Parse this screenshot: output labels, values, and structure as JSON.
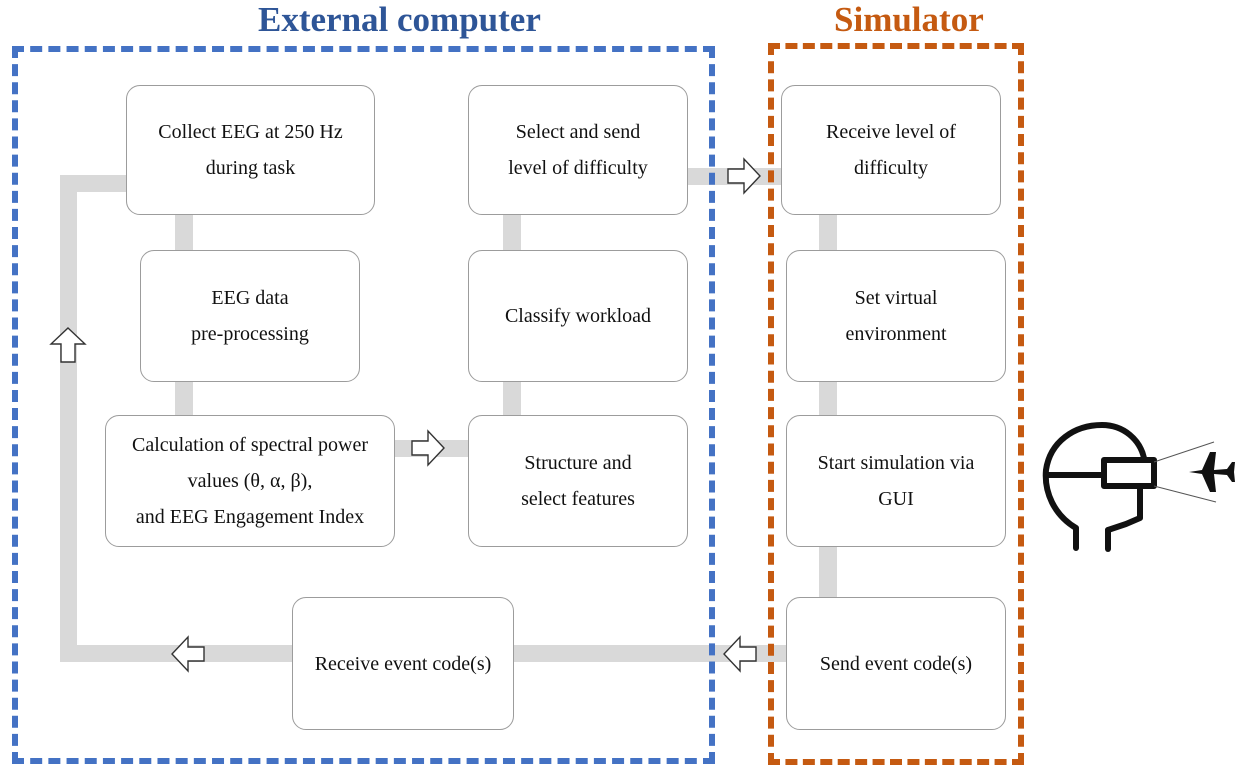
{
  "titles": {
    "external": "External computer",
    "simulator": "Simulator"
  },
  "boxes": {
    "collect": [
      "Collect EEG at 250 Hz",
      "during task"
    ],
    "preprocess": [
      "EEG data",
      "pre-processing"
    ],
    "spectral": [
      "Calculation of spectral power",
      "values (θ, α, β),",
      "and EEG Engagement Index"
    ],
    "select_send": [
      "Select and send",
      "level of difficulty"
    ],
    "classify": [
      "Classify workload"
    ],
    "structure": [
      "Structure and",
      "select features"
    ],
    "receive_event": [
      "Receive event code(s)"
    ],
    "receive_level": [
      "Receive level of",
      "difficulty"
    ],
    "set_env": [
      "Set virtual",
      "environment"
    ],
    "start_sim": [
      "Start simulation via",
      "GUI"
    ],
    "send_event": [
      "Send event code(s)"
    ]
  },
  "colors": {
    "external_border": "#4472c4",
    "external_title": "#2e5597",
    "simulator": "#c55a11",
    "connector": "#d9d9d9"
  },
  "icons": [
    "arrow-up-icon",
    "arrow-right-icon",
    "arrow-left-icon",
    "vr-headset-icon",
    "airplane-icon"
  ]
}
